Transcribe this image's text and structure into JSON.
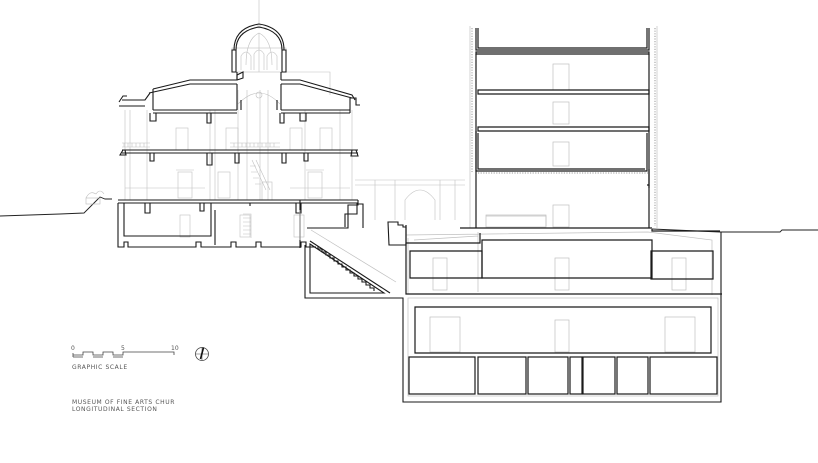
{
  "drawing": {
    "title_line1": "MUSEUM OF FINE ARTS CHUR",
    "title_line2": "LONGITUDINAL SECTION",
    "scale": {
      "label": "GRAPHIC SCALE",
      "ticks": [
        "0",
        "5",
        "10"
      ]
    },
    "north_arrow": "north-arrow-icon",
    "colors": {
      "cut_line": "#1a1a1a",
      "projection_line": "#b8b8b8",
      "background": "#ffffff"
    }
  }
}
